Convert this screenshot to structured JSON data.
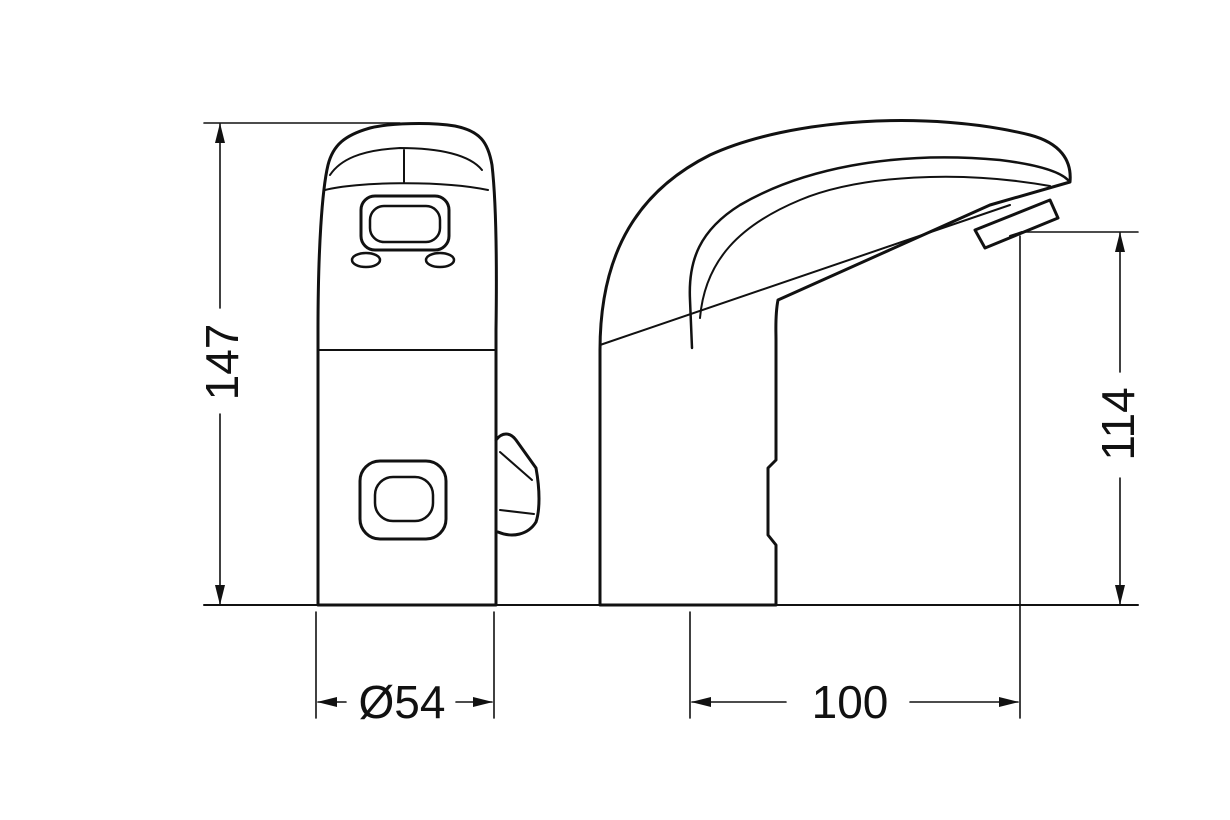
{
  "dimensions": {
    "height_total": "147",
    "diameter": "Ø54",
    "spout_height": "114",
    "spout_reach": "100"
  },
  "colors": {
    "line": "#111111",
    "background": "#ffffff"
  }
}
